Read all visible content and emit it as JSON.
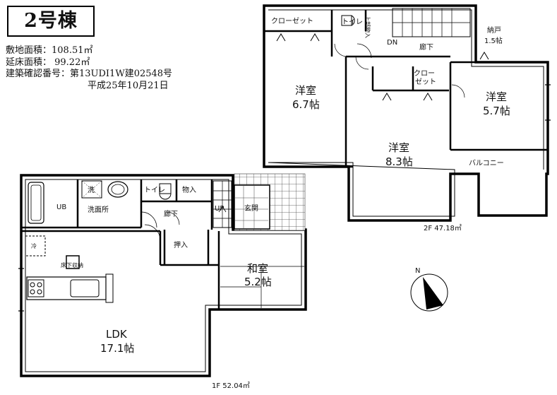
{
  "building": {
    "title": "2号棟"
  },
  "info": {
    "site_area": "敷地面積：108.51㎡",
    "floor_area": "延床面積： 99.22㎡",
    "permit_no": "建築確認番号：第13UDI1W建02548号",
    "permit_date": "平成25年10月21日"
  },
  "floor1": {
    "label": "1F  52.04㎡",
    "rooms": {
      "ldk_name": "LDK",
      "ldk_size": "17.1帖",
      "washitsu_name": "和室",
      "washitsu_size": "5.2帖",
      "ub": "UB",
      "wash": "洗",
      "senmenjo": "洗面所",
      "toilet": "トイレ",
      "storage": "物入",
      "hall": "廊下",
      "up": "UP",
      "entrance": "玄関",
      "closet": "押入",
      "fridge": "冷",
      "floor_storage": "床下収納"
    }
  },
  "floor2": {
    "label": "2F  47.18㎡",
    "rooms": {
      "yoshitsu1_name": "洋室",
      "yoshitsu1_size": "6.7帖",
      "yoshitsu2_name": "洋室",
      "yoshitsu2_size": "8.3帖",
      "yoshitsu3_name": "洋室",
      "yoshitsu3_size": "5.7帖",
      "closet_a": "クローゼット",
      "toilet": "トイレ",
      "upper_storage": "上部物入",
      "dn": "DN",
      "hall": "廊下",
      "nando_name": "納戸",
      "nando_size": "1.5帖",
      "closet_b_1": "クロー",
      "closet_b_2": "ゼット",
      "balcony": "バルコニー"
    }
  },
  "compass": {
    "north": "N"
  }
}
